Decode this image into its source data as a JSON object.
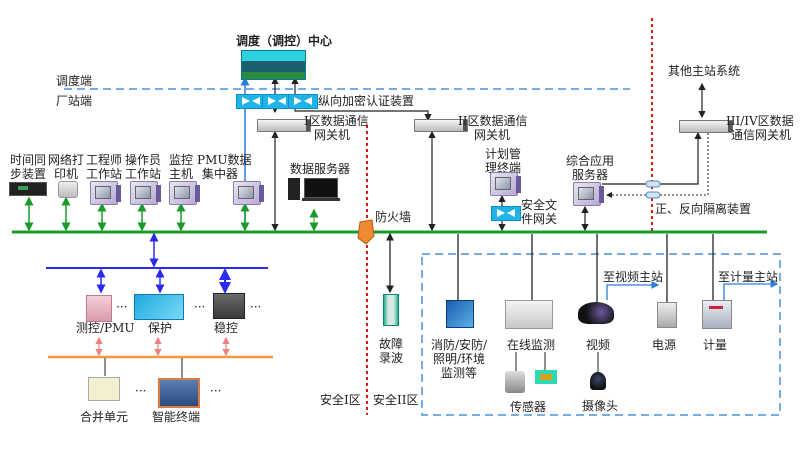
{
  "title": "调度（调控）中心",
  "zones": {
    "dispatch_side": "调度端",
    "plant_side": "厂站端",
    "security_zone_1": "安全I区",
    "security_zone_2": "安全II区"
  },
  "devices": {
    "vertical_encryption": "纵向加密认证装置",
    "gateway_zone1": [
      "I区数据通信",
      "网关机"
    ],
    "gateway_zone2": [
      "II区数据通信",
      "网关机"
    ],
    "gateway_zone34": [
      "III/IV区数据",
      "通信网关机"
    ],
    "other_master": "其他主站系统",
    "time_sync": [
      "时间同",
      "步装置"
    ],
    "network_printer": [
      "网络打",
      "印机"
    ],
    "engineer_ws": [
      "工程师",
      "工作站"
    ],
    "operator_ws": [
      "操作员",
      "工作站"
    ],
    "monitor_host": [
      "监控",
      "主机"
    ],
    "pmu_concentrator": [
      "PMU数据",
      "集中器"
    ],
    "data_server": "数据服务器",
    "firewall": "防火墙",
    "plan_terminal": [
      "计划管",
      "理终端"
    ],
    "secure_file_gateway": [
      "安全文",
      "件网关"
    ],
    "integrated_app_server": [
      "综合应用",
      "服务器"
    ],
    "isolation_device": "正、反向隔离装置",
    "measure_pmu": "测控/PMU",
    "protection": "保护",
    "stability_control": "稳控",
    "merging_unit": "合并单元",
    "smart_terminal": "智能终端",
    "fault_recorder": [
      "故障",
      "录波"
    ],
    "fire_security": [
      "消防/安防/",
      "照明/环境",
      "监测等"
    ],
    "online_monitor": "在线监测",
    "sensor": "传感器",
    "video": "视频",
    "camera": "摄像头",
    "power": "电源",
    "metering": "计量",
    "to_video_master": "至视频主站",
    "to_metering_master": "至计量主站",
    "ellipsis": "···"
  },
  "colors": {
    "station_bus": "#1a9a2a",
    "process_bus_blue": "#2a2af0",
    "process_bus_orange": "#f59a3a",
    "zone_divider": "#e01818",
    "dispatch_divider": "#4a90d9",
    "zone2_box": "#4a90d9"
  }
}
